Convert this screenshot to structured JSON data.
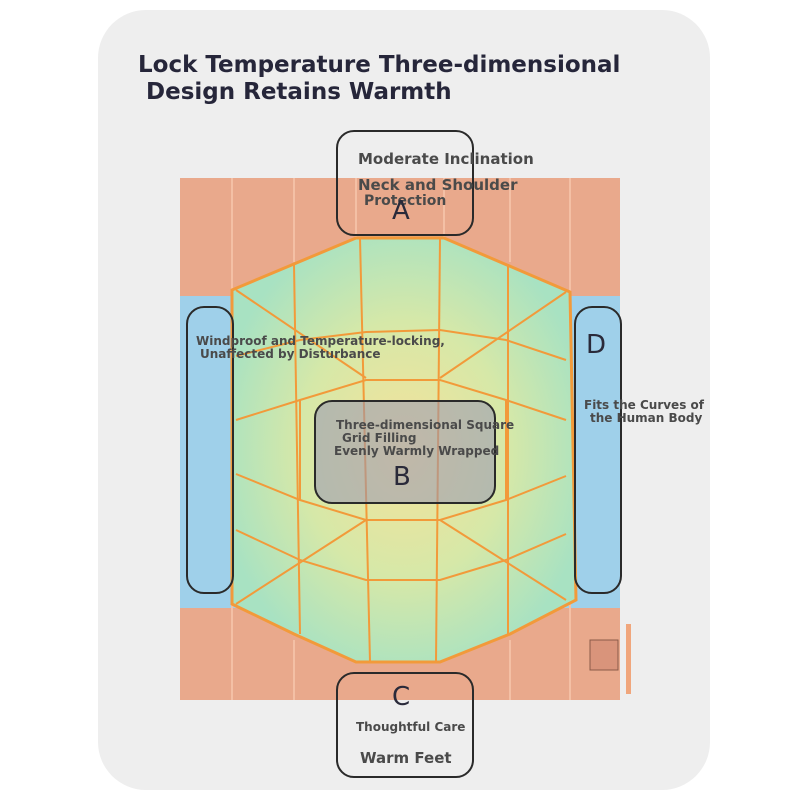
{
  "title": {
    "line1": "Lock Temperature Three-dimensional",
    "line2": "Design Retains Warmth"
  },
  "zones": {
    "a": {
      "letter": "A",
      "line1": "Moderate Inclination",
      "line2": "Neck and Shoulder",
      "line3": "Protection"
    },
    "b": {
      "letter": "B",
      "line1": "Three-dimensional Square",
      "line2": "Grid Filling",
      "line3": "Evenly Warmly Wrapped"
    },
    "c": {
      "letter": "C",
      "line1": "Thoughtful Care",
      "line2": "Warm Feet"
    },
    "d": {
      "letter": "D",
      "line1": "Fits the Curves of",
      "line2": "the Human Body"
    },
    "side": {
      "line1": "Windproof and Temperature-locking,",
      "line2": "Unaffected by Disturbance"
    }
  },
  "colors": {
    "shell": "#e9a98c",
    "center": "#a7e0bc",
    "stitch": "#f29a3a",
    "edge": "#9fd0ea",
    "box_border": "#2a2a2a"
  }
}
